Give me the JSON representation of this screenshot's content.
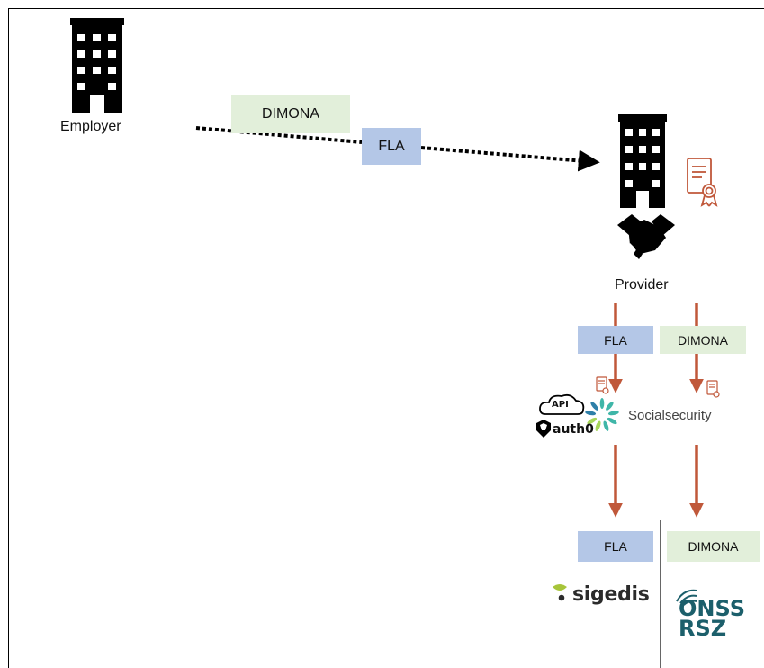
{
  "nodes": {
    "employer": "Employer",
    "provider": "Provider"
  },
  "messages": {
    "top_dimona": "DIMONA",
    "top_fla": "FLA",
    "provider_fla": "FLA",
    "provider_dimona": "DIMONA",
    "bottom_fla": "FLA",
    "bottom_dimona": "DIMONA"
  },
  "logos": {
    "api_badge": "API",
    "auth0": "auth0",
    "socialsecurity": "Socialsecurity",
    "sigedis": "sigedis",
    "onss": "ONSS",
    "rsz": "RSZ"
  },
  "colors": {
    "arrow": "#c0583a",
    "fla_box": "#b4c7e7",
    "dimona_box": "#e2efda",
    "onss_brand": "#1c5f6b"
  }
}
